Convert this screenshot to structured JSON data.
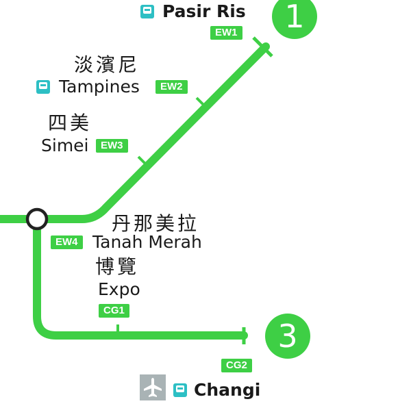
{
  "colors": {
    "line": "#3ecf45",
    "bus": "#2dbfc4",
    "airport": "#a9b3b5",
    "text": "#1a1a1a"
  },
  "routes": [
    {
      "number": "1",
      "color": "#3ecf45"
    },
    {
      "number": "3",
      "color": "#3ecf45"
    }
  ],
  "stations": {
    "pasir_ris": {
      "name_en": "Pasir Ris",
      "code": "EW1",
      "bus_interchange": true,
      "terminus": true
    },
    "tampines": {
      "name_cn": "淡濱尼",
      "name_en": "Tampines",
      "code": "EW2",
      "bus_interchange": true
    },
    "simei": {
      "name_cn": "四美",
      "name_en": "Simei",
      "code": "EW3"
    },
    "tanah_merah": {
      "name_cn": "丹那美拉",
      "name_en": "Tanah Merah",
      "code": "EW4",
      "interchange": true
    },
    "expo": {
      "name_cn": "博覽",
      "name_en": "Expo",
      "code": "CG1"
    },
    "changi": {
      "name_en": "Changi",
      "code": "CG2",
      "bus_interchange": true,
      "airport": true,
      "terminus": true
    }
  },
  "icons": {
    "bus": "bus-icon",
    "airport": "airplane-icon",
    "interchange": "interchange-ring-icon"
  }
}
